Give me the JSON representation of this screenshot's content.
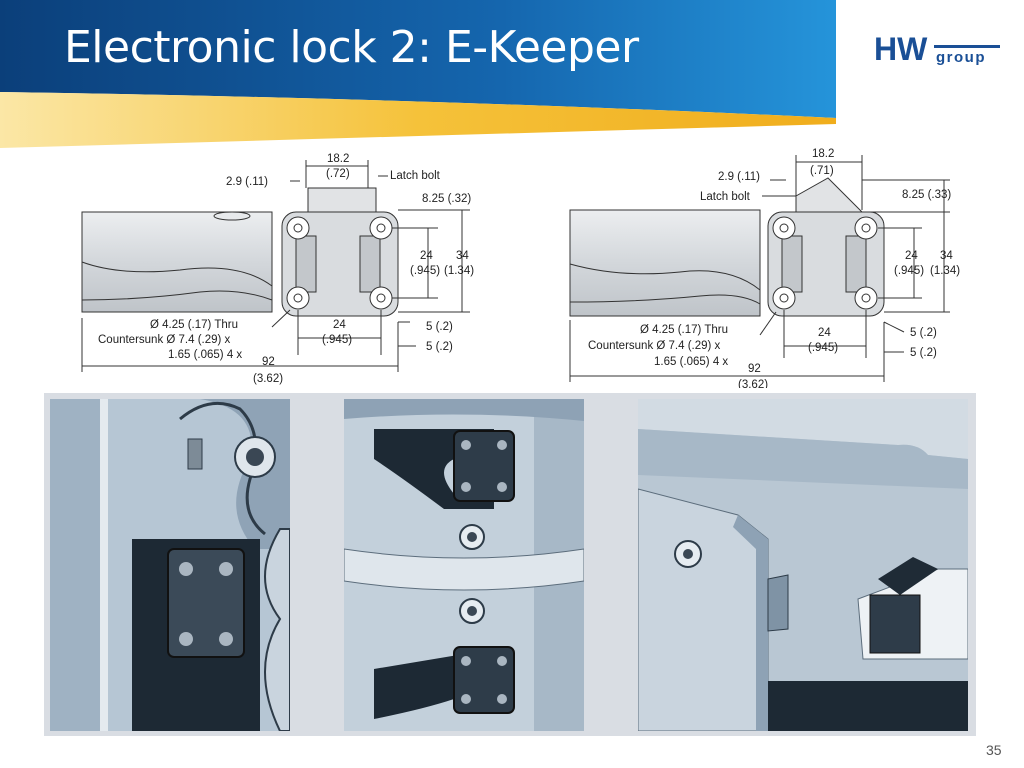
{
  "slide": {
    "title": "Electronic lock 2: E-Keeper",
    "page_number": "35"
  },
  "logo": {
    "text_main": "HW",
    "text_sub": "group"
  },
  "drawing_left": {
    "latch_bolt": "Latch bolt",
    "d_2_9": "2.9 (.11)",
    "d_18_2": "18.2",
    "d_18_2_in": "(.72)",
    "d_8_25": "8.25 (.32)",
    "d_24_v": "24",
    "d_24_v_in": "(.945)",
    "d_34": "34",
    "d_34_in": "(1.34)",
    "hole_1": "Ø 4.25 (.17) Thru",
    "hole_2": "Countersunk Ø 7.4 (.29) x",
    "hole_3": "1.65 (.065) 4 x",
    "d_24_h": "24",
    "d_24_h_in": "(.945)",
    "d_5a": "5 (.2)",
    "d_5b": "5 (.2)",
    "d_92": "92",
    "d_92_in": "(3.62)"
  },
  "drawing_right": {
    "latch_bolt": "Latch bolt",
    "d_2_9": "2.9 (.11)",
    "d_18_2": "18.2",
    "d_18_2_in": "(.71)",
    "d_8_25": "8.25 (.33)",
    "d_24_v": "24",
    "d_24_v_in": "(.945)",
    "d_34": "34",
    "d_34_in": "(1.34)",
    "hole_1": "Ø 4.25 (.17) Thru",
    "hole_2": "Countersunk Ø 7.4 (.29) x",
    "hole_3": "1.65 (.065) 4 x",
    "d_24_h": "24",
    "d_24_h_in": "(.945)",
    "d_5a": "5 (.2)",
    "d_5b": "5 (.2)",
    "d_92": "92",
    "d_92_in": "(3.62)"
  },
  "colors": {
    "banner_dark": "#0b3f7a",
    "banner_light": "#1f86d0",
    "banner_accent": "#f5c23a",
    "logo_blue": "#1a4f96",
    "drawing_body": "#d6d9dc",
    "photo_steel": "#b9c6d2"
  }
}
